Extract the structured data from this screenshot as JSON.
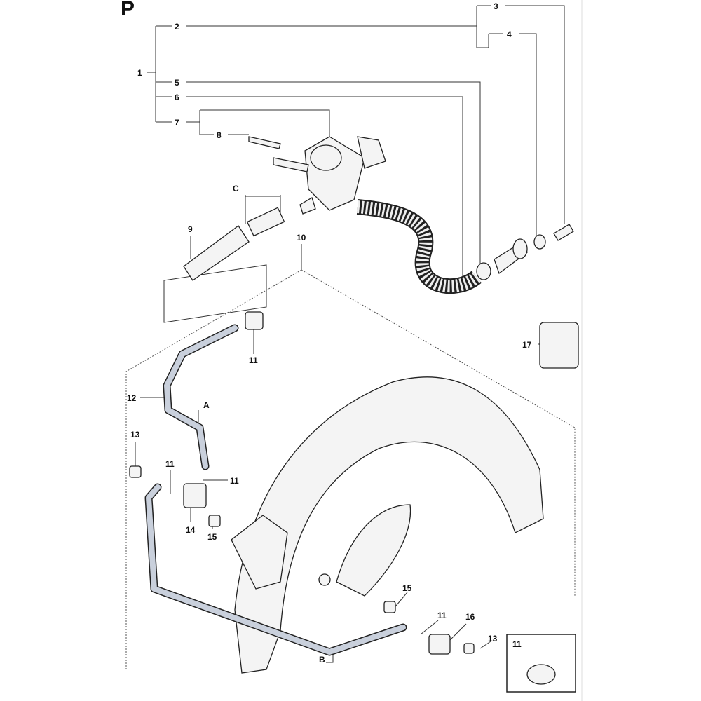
{
  "diagram": {
    "page_letter": "P",
    "callouts": {
      "c1": "1",
      "c2": "2",
      "c3": "3",
      "c4": "4",
      "c5": "5",
      "c6": "6",
      "c7": "7",
      "c8": "8",
      "cC": "C",
      "c9": "9",
      "c10": "10",
      "c11a": "11",
      "c17": "17",
      "c12": "12",
      "cA": "A",
      "c13a": "13",
      "c11b": "11",
      "c11c": "11",
      "c14": "14",
      "c15a": "15",
      "c15b": "15",
      "c11d": "11",
      "c16": "16",
      "c13b": "13",
      "cB": "B",
      "c11inset": "11"
    },
    "colors": {
      "hose_fill": "#c9d0dc",
      "line": "#333333"
    }
  }
}
